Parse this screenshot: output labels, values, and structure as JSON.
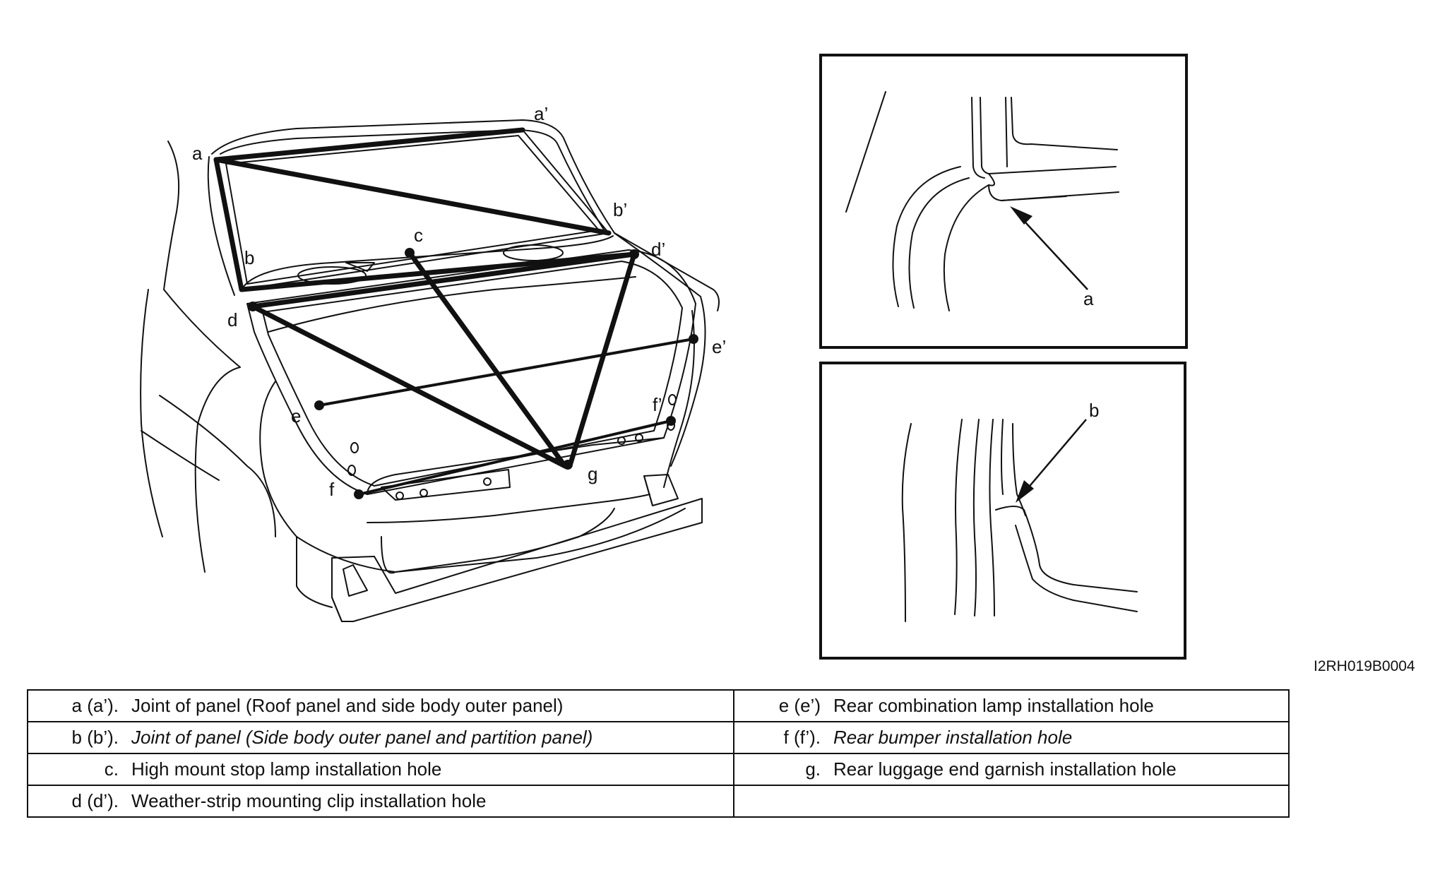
{
  "diagram": {
    "point_labels": {
      "a": "a",
      "a_prime": "a’",
      "b": "b",
      "b_prime": "b’",
      "c": "c",
      "d": "d",
      "d_prime": "d’",
      "e": "e",
      "e_prime": "e’",
      "f": "f",
      "f_prime": "f’",
      "g": "g"
    },
    "detail_a_label": "a",
    "detail_b_label": "b",
    "figure_code": "I2RH019B0004"
  },
  "legend": {
    "rows": [
      {
        "left_key": "a (a’).",
        "left_text": "Joint of panel (Roof panel and side body outer panel)",
        "left_italic": false,
        "right_key": "e (e’)",
        "right_text": "Rear combination lamp installation hole",
        "right_italic": false
      },
      {
        "left_key": "b (b’).",
        "left_text": "Joint of panel (Side body outer panel and partition panel)",
        "left_italic": true,
        "right_key": "f (f’).",
        "right_text": "Rear bumper installation hole",
        "right_italic": true
      },
      {
        "left_key": "c.",
        "left_text": "High mount stop lamp installation hole",
        "left_italic": false,
        "right_key": "g.",
        "right_text": "Rear luggage end garnish installation hole",
        "right_italic": false
      },
      {
        "left_key": "d (d’).",
        "left_text": "Weather-strip mounting clip installation hole",
        "left_italic": false,
        "right_key": "",
        "right_text": "",
        "right_italic": false
      }
    ]
  }
}
